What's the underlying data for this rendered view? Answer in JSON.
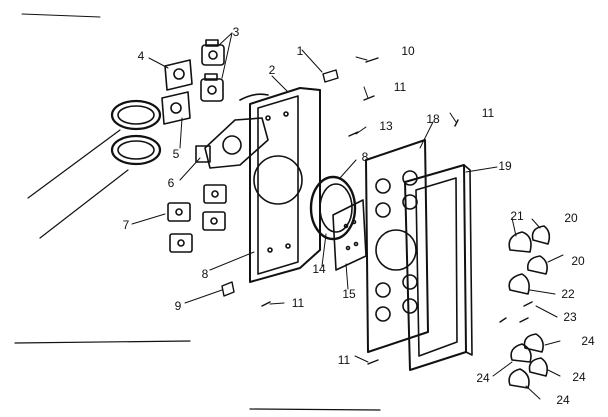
{
  "callouts": [
    {
      "key": "c1",
      "label": "1"
    },
    {
      "key": "c2",
      "label": "2"
    },
    {
      "key": "c3",
      "label": "3"
    },
    {
      "key": "c4",
      "label": "4"
    },
    {
      "key": "c5",
      "label": "5"
    },
    {
      "key": "c6",
      "label": "6"
    },
    {
      "key": "c7",
      "label": "7"
    },
    {
      "key": "c8a",
      "label": "8"
    },
    {
      "key": "c8b",
      "label": "8"
    },
    {
      "key": "c9",
      "label": "9"
    },
    {
      "key": "c10",
      "label": "10"
    },
    {
      "key": "c11a",
      "label": "11"
    },
    {
      "key": "c11b",
      "label": "11"
    },
    {
      "key": "c11c",
      "label": "11"
    },
    {
      "key": "c11d",
      "label": "11"
    },
    {
      "key": "c13",
      "label": "13"
    },
    {
      "key": "c14",
      "label": "14"
    },
    {
      "key": "c15",
      "label": "15"
    },
    {
      "key": "c18",
      "label": "18"
    },
    {
      "key": "c19",
      "label": "19"
    },
    {
      "key": "c20a",
      "label": "20"
    },
    {
      "key": "c20b",
      "label": "20"
    },
    {
      "key": "c21",
      "label": "21"
    },
    {
      "key": "c22",
      "label": "22"
    },
    {
      "key": "c23",
      "label": "23"
    },
    {
      "key": "c24a",
      "label": "24"
    },
    {
      "key": "c24b",
      "label": "24"
    },
    {
      "key": "c24c",
      "label": "24"
    },
    {
      "key": "c24d",
      "label": "24"
    }
  ]
}
